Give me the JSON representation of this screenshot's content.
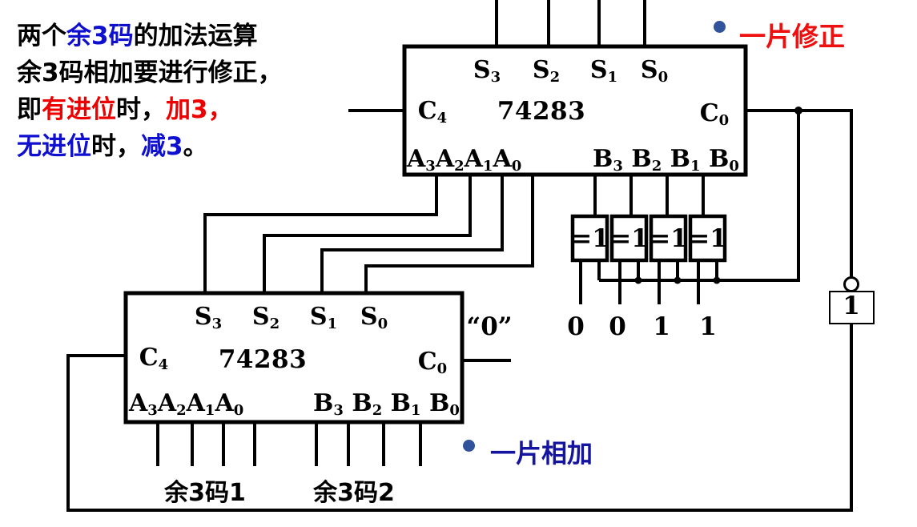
{
  "colors": {
    "wire": "#000000",
    "accent_red": "#ee0000",
    "accent_blue": "#0f0fd0",
    "bullet_blue": "#31539b"
  },
  "intro": {
    "lines": [
      [
        {
          "t": "两个",
          "c": "black"
        },
        {
          "t": "余3码",
          "c": "blue"
        },
        {
          "t": "的加法运算",
          "c": "black"
        }
      ],
      [
        {
          "t": "余3码相加要进行修正，",
          "c": "black"
        }
      ],
      [
        {
          "t": "即",
          "c": "black"
        },
        {
          "t": "有进位",
          "c": "red"
        },
        {
          "t": "时，",
          "c": "black"
        },
        {
          "t": "加3，",
          "c": "red"
        }
      ],
      [
        {
          "t": "无进位",
          "c": "blue"
        },
        {
          "t": "时，",
          "c": "black"
        },
        {
          "t": "减3",
          "c": "blue"
        },
        {
          "t": "。",
          "c": "black"
        }
      ]
    ]
  },
  "annotations": {
    "correction": "一片修正",
    "addition": "一片相加"
  },
  "top_chip": {
    "part": "74283",
    "s_outputs": [
      "S_3",
      "S_2",
      "S_1",
      "S_0"
    ],
    "carry_out": "C_4",
    "carry_in": "C_0",
    "a_inputs": "A_3A_2A_1A_0",
    "b_inputs": "B_3 B_2 B_1 B_0"
  },
  "bottom_chip": {
    "part": "74283",
    "s_outputs": [
      "S_3",
      "S_2",
      "S_1",
      "S_0"
    ],
    "carry_out": "C_4",
    "carry_in": "C_0",
    "a_inputs": "A_3A_2A_1A_0",
    "b_inputs": "B_3 B_2 B_1 B_0",
    "carry_in_const": "“0”"
  },
  "xor": {
    "gate_label": "=1",
    "constants": [
      "0",
      "0",
      "1",
      "1"
    ]
  },
  "correction_const": "1",
  "inputs": {
    "operand1": "余3码1",
    "operand2": "余3码2"
  }
}
